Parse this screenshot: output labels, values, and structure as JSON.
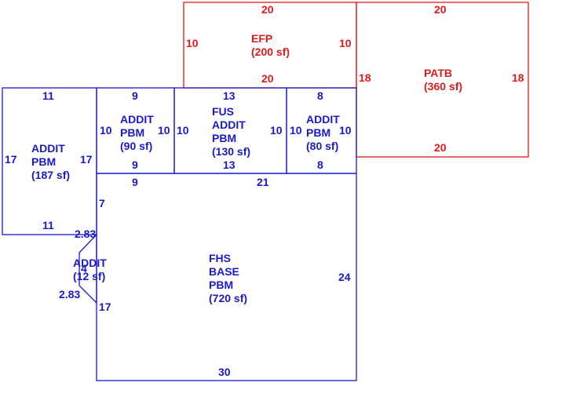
{
  "colors": {
    "base": "#1a1acc",
    "porch": "#e01b1b"
  },
  "areas": {
    "efp": {
      "lines": [
        "EFP",
        "(200 sf)"
      ]
    },
    "patb": {
      "lines": [
        "PATB",
        "(360 sf)"
      ]
    },
    "addit_left": {
      "lines": [
        "ADDIT",
        "PBM",
        "(187 sf)"
      ]
    },
    "addit_90": {
      "lines": [
        "ADDIT",
        "PBM",
        "(90 sf)"
      ]
    },
    "fus": {
      "lines": [
        "FUS",
        "ADDIT",
        "PBM",
        "(130 sf)"
      ]
    },
    "addit_80": {
      "lines": [
        "ADDIT",
        "PBM",
        "(80 sf)"
      ]
    },
    "addit_12": {
      "lines": [
        "ADDIT",
        "(12 sf)"
      ]
    },
    "fhs": {
      "lines": [
        "FHS",
        "BASE",
        "PBM",
        "(720 sf)"
      ]
    }
  },
  "dimensions": {
    "efp": {
      "top": "20",
      "bottom": "20",
      "left": "10",
      "right": "10"
    },
    "patb": {
      "top": "20",
      "bottom": "20",
      "left": "18",
      "right": "18"
    },
    "addit_left": {
      "top": "11",
      "bottom": "11",
      "left": "17",
      "right": "17"
    },
    "addit_90": {
      "top": "9",
      "bottom": "9",
      "left": "10",
      "right": "10"
    },
    "fus": {
      "top": "13",
      "bottom": "13",
      "left": "10",
      "right": "10"
    },
    "addit_80": {
      "top": "8",
      "bottom": "8",
      "left": "10",
      "right": "10"
    },
    "fhs": {
      "top_left": "9",
      "top_right": "21",
      "bottom": "30",
      "right": "24",
      "left_upper": "7",
      "left_lower": "17"
    },
    "addit_12": {
      "top": "2.83",
      "bottom": "2.83",
      "left": "4"
    }
  }
}
